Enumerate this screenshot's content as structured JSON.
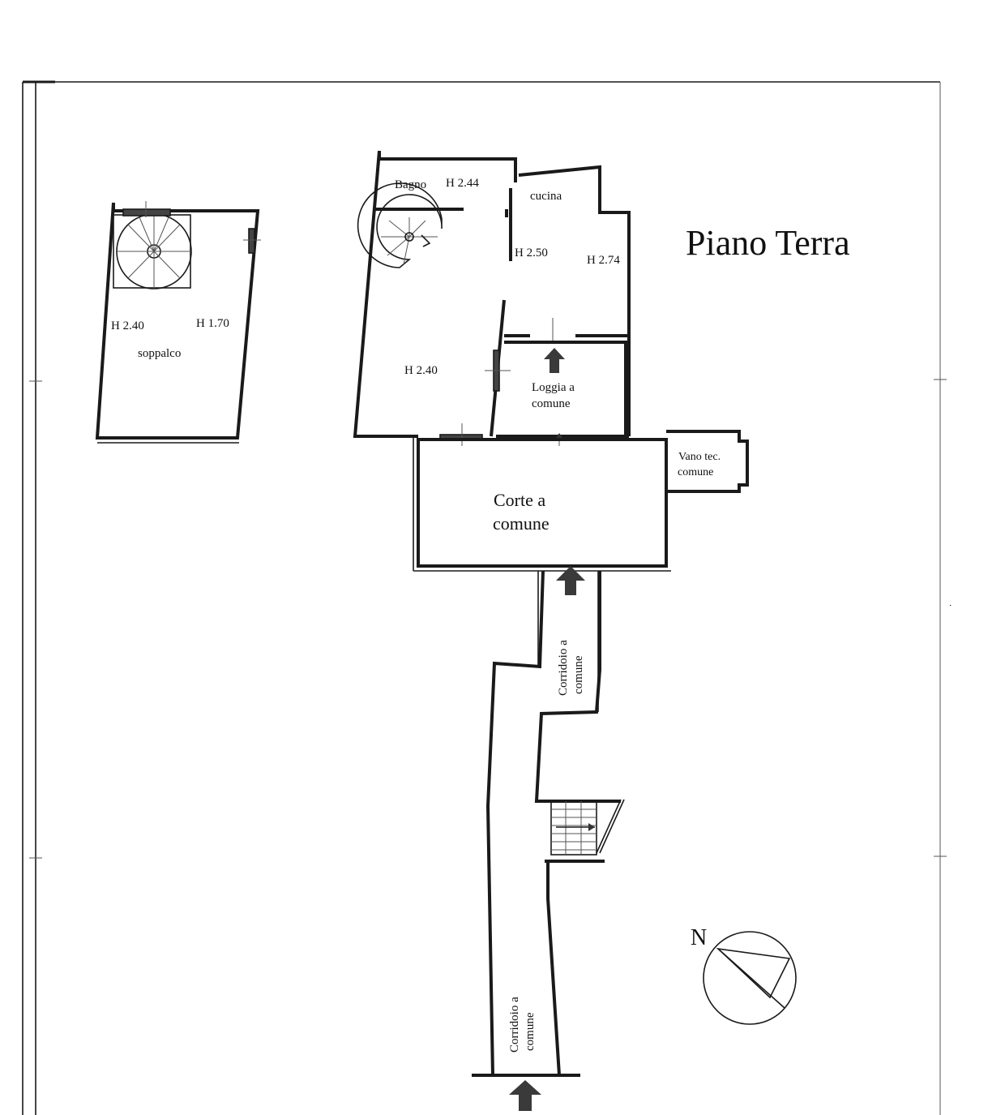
{
  "title": "Piano Terra",
  "rooms": {
    "soppalco": {
      "label": "soppalco",
      "h_left": "H 2.40",
      "h_right": "H 1.70"
    },
    "bagno": {
      "label": "Bagno",
      "height": "H 2.44"
    },
    "cucina": {
      "label": "cucina",
      "h_left": "H 2.50",
      "h_right": "H 2.74"
    },
    "soggiorno": {
      "height": "H 2.40"
    },
    "loggia": {
      "line1": "Loggia a",
      "line2": "comune"
    },
    "vano_tecnico": {
      "line1": "Vano tec.",
      "line2": "comune"
    },
    "corte": {
      "line1": "Corte a",
      "line2": "comune"
    },
    "corridoio_upper": {
      "line1": "Corridoio a",
      "line2": "comune"
    },
    "corridoio_lower": {
      "line1": "Corridoio a",
      "line2": "comune"
    }
  },
  "compass": {
    "label": "N"
  },
  "colors": {
    "ink": "#1a1a1a",
    "paper": "#ffffff",
    "arrow": "#3a3a3a"
  }
}
